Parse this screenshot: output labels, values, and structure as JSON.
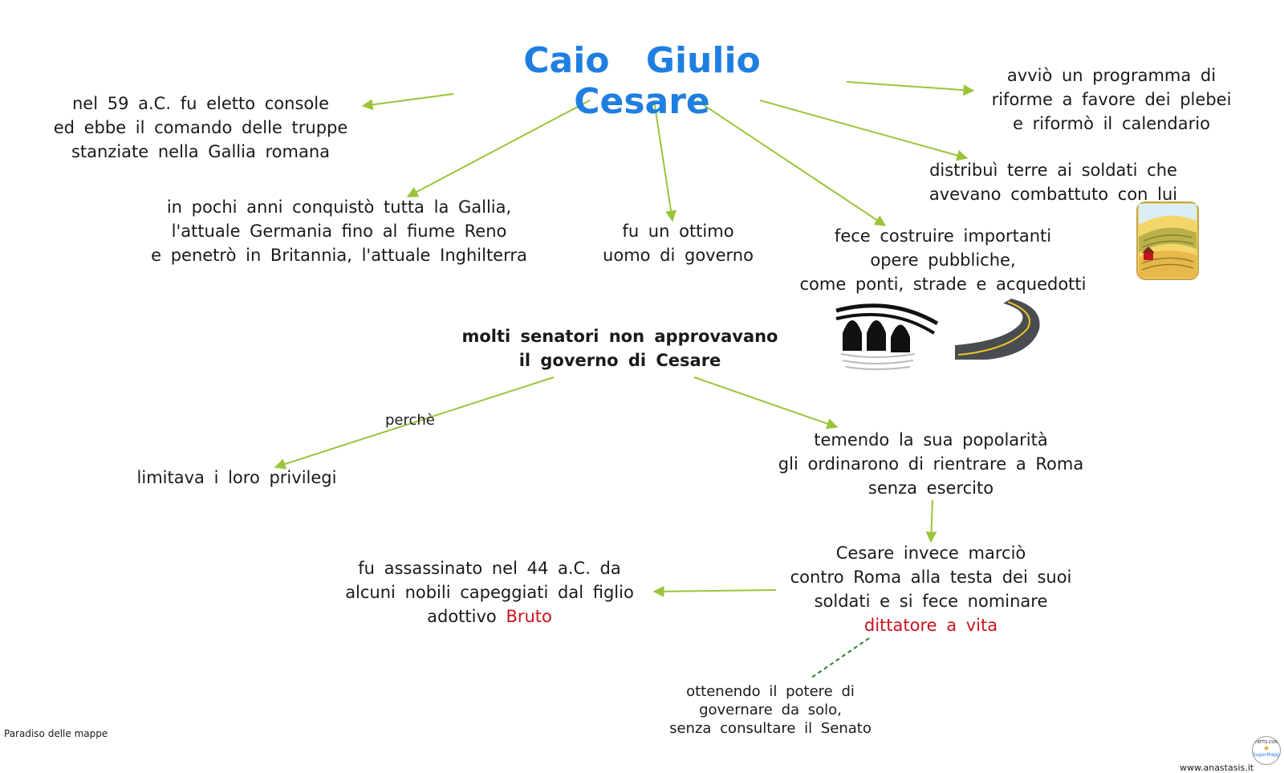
{
  "title": "Caio   Giulio   Cesare",
  "nodes": {
    "console": [
      "nel  59 a.C. fu eletto console",
      "ed ebbe il comando delle truppe",
      "stanziate nella Gallia romana"
    ],
    "riforme": [
      "avviò un programma di",
      "riforme a favore dei plebei",
      "e riformò il calendario"
    ],
    "terre": [
      "distribuì terre ai soldati che",
      "avevano combattuto con lui"
    ],
    "gallia": [
      "in pochi anni conquistò tutta la Gallia,",
      "l'attuale Germania fino al fiume Reno",
      "e penetrò in Britannia, l'attuale Inghilterra"
    ],
    "governo": [
      "fu un ottimo",
      "uomo di governo"
    ],
    "opere": [
      "fece costruire importanti",
      "opere pubbliche,",
      "come ponti, strade e acquedotti"
    ],
    "senatori": [
      "molti senatori non approvavano",
      "il governo di Cesare"
    ],
    "privilegi": [
      "limitava i loro privilegi"
    ],
    "popolarita": [
      "temendo la sua popolarità",
      "gli ordinarono di rientrare a Roma",
      "senza esercito"
    ],
    "marcio": [
      "Cesare invece marciò",
      "contro Roma alla testa dei suoi",
      "soldati e si fece nominare"
    ],
    "dittatore": "dittatore a vita",
    "assassinato_1": "fu assassinato nel 44 a.C. da",
    "assassinato_2": "alcuni nobili capeggiati dal figlio",
    "assassinato_3_prefix": "adottivo",
    "assassinato_3_name": "Bruto",
    "potere": [
      "ottenendo il potere di",
      "governare da solo,",
      "senza consultare il Senato"
    ]
  },
  "edge_labels": {
    "perche": "perchè"
  },
  "footer": {
    "left": "Paradiso delle mappe",
    "right": "www.anastasis.it",
    "badge_top": "FATTO CON",
    "badge_bottom": "SuperMappe"
  },
  "icons": [
    "countryside-icon",
    "bridge-icon",
    "road-icon"
  ],
  "colors": {
    "title": "#1e7fe0",
    "arrow": "#9ac53a",
    "highlight": "#c8141e",
    "dashed": "#2e7d32"
  }
}
